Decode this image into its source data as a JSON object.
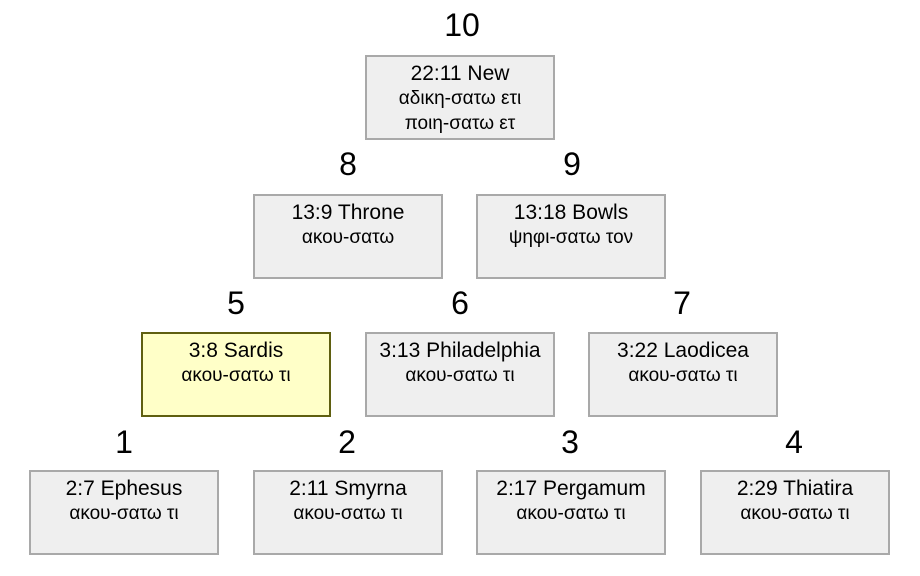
{
  "nodes": [
    {
      "number": "1",
      "ref": "2:7 Ephesus",
      "lines": [
        "ακου-σατω τι"
      ]
    },
    {
      "number": "2",
      "ref": "2:11 Smyrna",
      "lines": [
        "ακου-σατω τι"
      ]
    },
    {
      "number": "3",
      "ref": "2:17 Pergamum",
      "lines": [
        "ακου-σατω τι"
      ]
    },
    {
      "number": "4",
      "ref": "2:29 Thiatira",
      "lines": [
        "ακου-σατω τι"
      ]
    },
    {
      "number": "5",
      "ref": "3:8 Sardis",
      "lines": [
        "ακου-σατω τι"
      ],
      "highlighted": true
    },
    {
      "number": "6",
      "ref": "3:13 Philadelphia",
      "lines": [
        "ακου-σατω τι"
      ]
    },
    {
      "number": "7",
      "ref": "3:22 Laodicea",
      "lines": [
        "ακου-σατω τι"
      ]
    },
    {
      "number": "8",
      "ref": "13:9 Throne",
      "lines": [
        "ακου-σατω"
      ]
    },
    {
      "number": "9",
      "ref": "13:18 Bowls",
      "lines": [
        "ψηφι-σατω τον"
      ]
    },
    {
      "number": "10",
      "ref": "22:11 New",
      "lines": [
        "αδικη-σατω ετι",
        "ποιη-σατω ετ"
      ]
    }
  ],
  "colors": {
    "box_fill": "#efefef",
    "box_border": "#a9a9a9",
    "highlight_fill": "#ffffc8",
    "highlight_border": "#5f5f10"
  }
}
